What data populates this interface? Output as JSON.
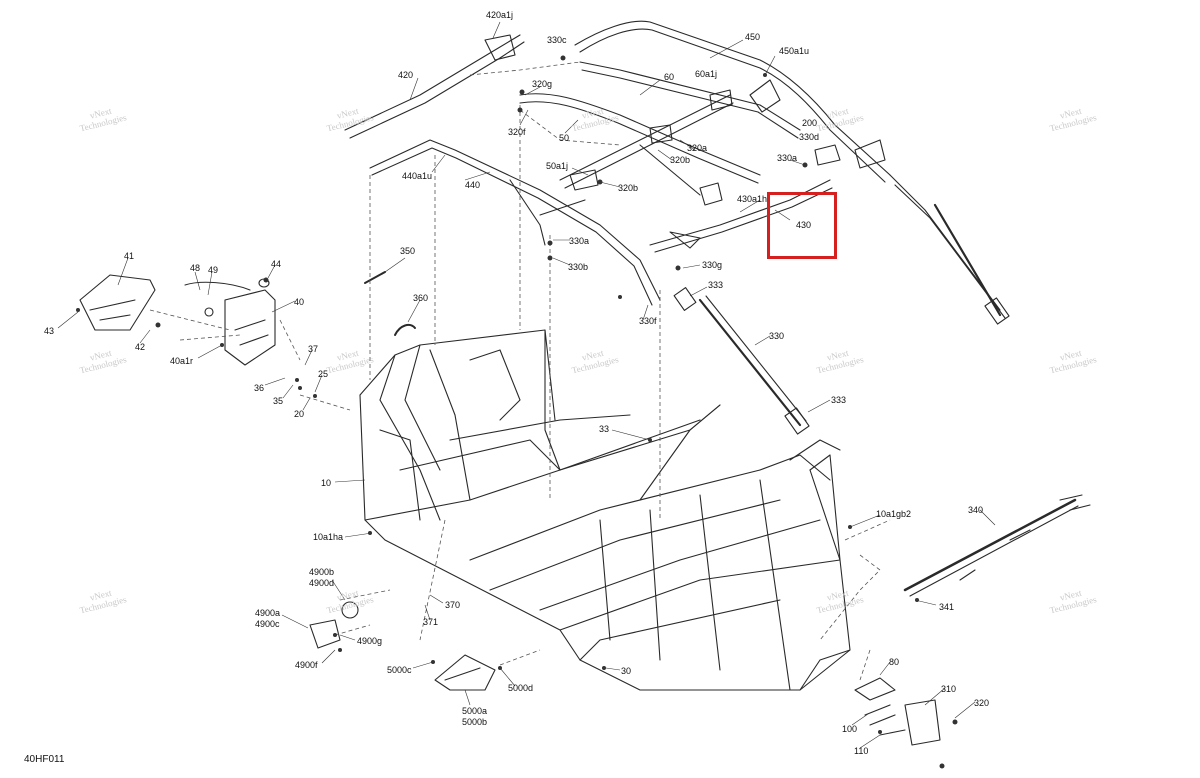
{
  "figure_code": "40HF011",
  "highlight_color": "#d62020",
  "highlight_part": "430",
  "watermark": {
    "line1": "vNext",
    "line2": "Technologies"
  },
  "callouts": [
    {
      "id": "c420a1j",
      "text": "420a1j"
    },
    {
      "id": "c330c",
      "text": "330c"
    },
    {
      "id": "c450",
      "text": "450"
    },
    {
      "id": "c450a1u",
      "text": "450a1u"
    },
    {
      "id": "c420",
      "text": "420"
    },
    {
      "id": "c60",
      "text": "60"
    },
    {
      "id": "c320g",
      "text": "320g"
    },
    {
      "id": "c60a1j",
      "text": "60a1j"
    },
    {
      "id": "c200",
      "text": "200"
    },
    {
      "id": "c320f",
      "text": "320f"
    },
    {
      "id": "c50",
      "text": "50"
    },
    {
      "id": "c330d",
      "text": "330d"
    },
    {
      "id": "c320a",
      "text": "320a"
    },
    {
      "id": "c320b",
      "text": "320b"
    },
    {
      "id": "c330a_top",
      "text": "330a"
    },
    {
      "id": "c50a1j",
      "text": "50a1j"
    },
    {
      "id": "c320b_2",
      "text": "320b"
    },
    {
      "id": "c440a1u",
      "text": "440a1u"
    },
    {
      "id": "c440",
      "text": "440"
    },
    {
      "id": "c430a1h",
      "text": "430a1h"
    },
    {
      "id": "c430",
      "text": "430"
    },
    {
      "id": "c330a",
      "text": "330a"
    },
    {
      "id": "c330b",
      "text": "330b"
    },
    {
      "id": "c330g",
      "text": "330g"
    },
    {
      "id": "c333_top",
      "text": "333"
    },
    {
      "id": "c330f",
      "text": "330f"
    },
    {
      "id": "c350",
      "text": "350"
    },
    {
      "id": "c41",
      "text": "41"
    },
    {
      "id": "c48",
      "text": "48"
    },
    {
      "id": "c49",
      "text": "49"
    },
    {
      "id": "c44",
      "text": "44"
    },
    {
      "id": "c40",
      "text": "40"
    },
    {
      "id": "c43",
      "text": "43"
    },
    {
      "id": "c42",
      "text": "42"
    },
    {
      "id": "c40a1r",
      "text": "40a1r"
    },
    {
      "id": "c360",
      "text": "360"
    },
    {
      "id": "c37",
      "text": "37"
    },
    {
      "id": "c36",
      "text": "36"
    },
    {
      "id": "c35",
      "text": "35"
    },
    {
      "id": "c25",
      "text": "25"
    },
    {
      "id": "c20",
      "text": "20"
    },
    {
      "id": "c330",
      "text": "330"
    },
    {
      "id": "c333_bot",
      "text": "333"
    },
    {
      "id": "c33",
      "text": "33"
    },
    {
      "id": "c10",
      "text": "10"
    },
    {
      "id": "c10a1ha",
      "text": "10a1ha"
    },
    {
      "id": "c10a1gb2",
      "text": "10a1gb2"
    },
    {
      "id": "c340",
      "text": "340"
    },
    {
      "id": "c4900b",
      "text": "4900b"
    },
    {
      "id": "c4900d",
      "text": "4900d"
    },
    {
      "id": "c4900a",
      "text": "4900a"
    },
    {
      "id": "c4900c",
      "text": "4900c"
    },
    {
      "id": "c4900g",
      "text": "4900g"
    },
    {
      "id": "c4900f",
      "text": "4900f"
    },
    {
      "id": "c370",
      "text": "370"
    },
    {
      "id": "c371",
      "text": "371"
    },
    {
      "id": "c341",
      "text": "341"
    },
    {
      "id": "c5000c",
      "text": "5000c"
    },
    {
      "id": "c5000d",
      "text": "5000d"
    },
    {
      "id": "c5000a",
      "text": "5000a"
    },
    {
      "id": "c5000b",
      "text": "5000b"
    },
    {
      "id": "c30",
      "text": "30"
    },
    {
      "id": "c80",
      "text": "80"
    },
    {
      "id": "c310",
      "text": "310"
    },
    {
      "id": "c320",
      "text": "320"
    },
    {
      "id": "c100",
      "text": "100"
    },
    {
      "id": "c110",
      "text": "110"
    }
  ]
}
